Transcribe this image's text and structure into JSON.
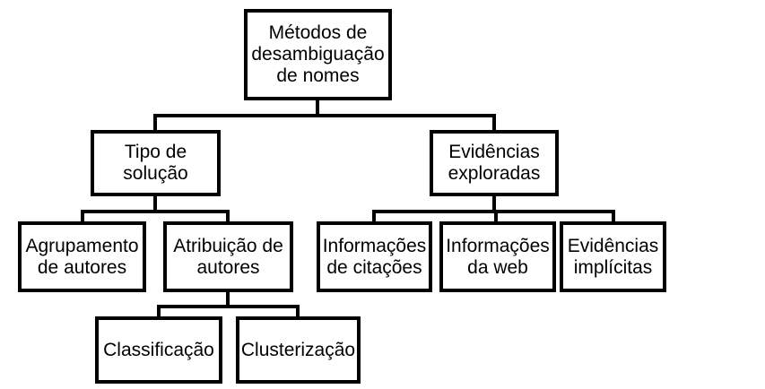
{
  "diagram": {
    "title": "Métodos de desambiguação de nomes",
    "type": "tree",
    "nodes": {
      "root": {
        "label": "Métodos de\ndesambiguação\nde nomes",
        "parent": null
      },
      "tipo_solucao": {
        "label": "Tipo de\nsolução",
        "parent": "root"
      },
      "evidencias": {
        "label": "Evidências\nexploradas",
        "parent": "root"
      },
      "agrupamento": {
        "label": "Agrupamento\nde autores",
        "parent": "tipo_solucao"
      },
      "atribuicao": {
        "label": "Atribuição de\nautores",
        "parent": "tipo_solucao"
      },
      "info_citacoes": {
        "label": "Informações\nde citações",
        "parent": "evidencias"
      },
      "info_web": {
        "label": "Informações\nda web",
        "parent": "evidencias"
      },
      "evid_implicitas": {
        "label": "Evidências\nimplícitas",
        "parent": "evidencias"
      },
      "classificacao": {
        "label": "Classificação",
        "parent": "atribuicao"
      },
      "clusterizacao": {
        "label": "Clusterização",
        "parent": "atribuicao"
      }
    }
  },
  "colors": {
    "line": "#000000",
    "text": "#000000",
    "background": "#ffffff"
  }
}
